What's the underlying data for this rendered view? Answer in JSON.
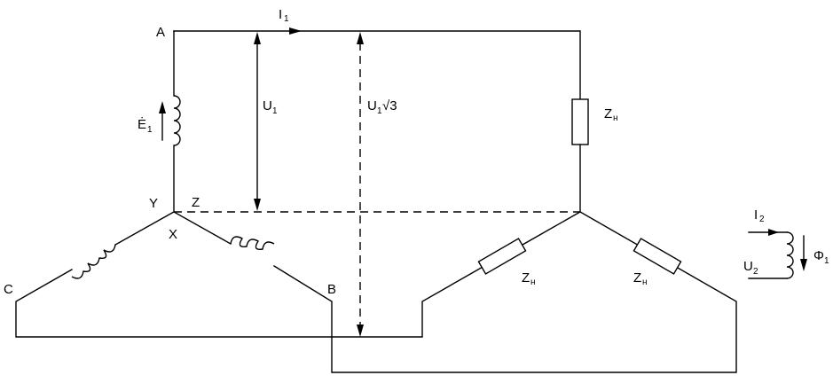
{
  "nodes": {
    "a": "A",
    "y": "Y",
    "z": "Z",
    "x": "X",
    "b": "B",
    "c": "C"
  },
  "labels": {
    "i1_main": "I",
    "i1_sub": "1",
    "e1_main": "Ė",
    "e1_sub": "1",
    "u1_main": "U",
    "u1_sub": "1",
    "u1root_main": "U",
    "u1root_sub": "1",
    "u1root_tail": "√3",
    "zn_top_main": "Z",
    "zn_top_sub": "н",
    "zn_left_main": "Z",
    "zn_left_sub": "н",
    "zn_right_main": "Z",
    "zn_right_sub": "н",
    "i2_main": "I",
    "i2_sub": "2",
    "u2_main": "U",
    "u2_sub": "2",
    "phi1_main": "Φ",
    "phi1_sub": "1"
  },
  "colors": {
    "line": "#000000",
    "background": "#ffffff"
  }
}
